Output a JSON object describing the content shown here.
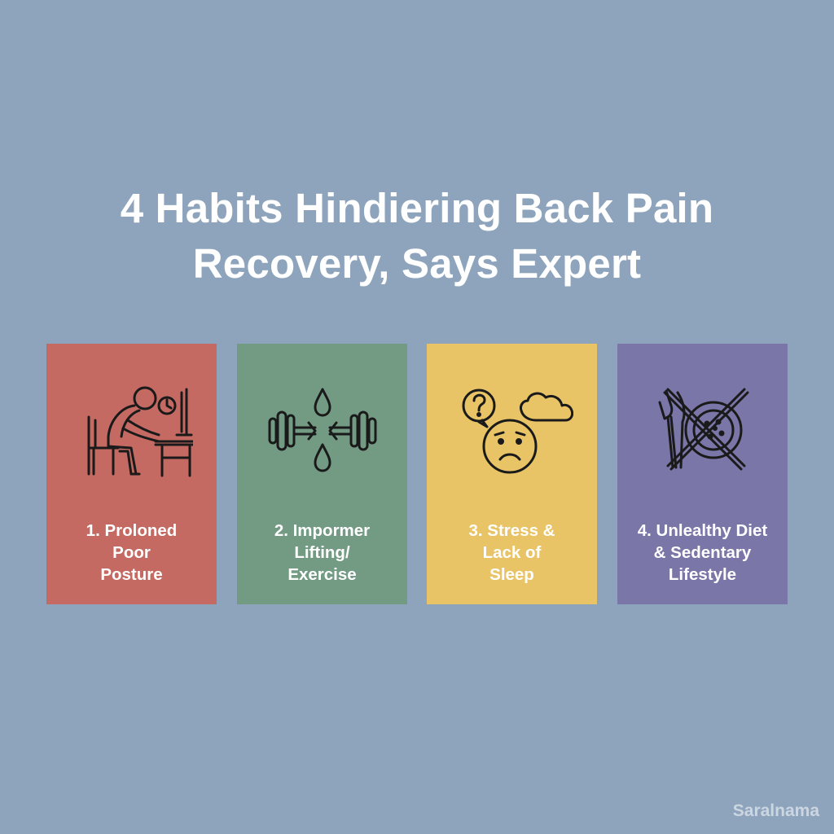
{
  "title": {
    "line1": "4 Habits Hindiering Back Pain",
    "line2": "Recovery, Says Expert"
  },
  "cards": [
    {
      "label": "1. Proloned\nPoor\nPosture",
      "color": "#c46a62",
      "icon": "person-slouching-at-desk-icon"
    },
    {
      "label": "2. Impormer\nLifting/\nExercise",
      "color": "#739b84",
      "icon": "dumbbell-with-sweat-drops-icon"
    },
    {
      "label": "3. Stress &\nLack of\nSleep",
      "color": "#e8c466",
      "icon": "sad-face-with-question-cloud-icon"
    },
    {
      "label": "4. Unlealthy Diet\n& Sedentary\nLifestyle",
      "color": "#7a76a8",
      "icon": "crossed-out-plate-and-cutlery-icon"
    }
  ],
  "watermark": "Saralnama",
  "colors": {
    "background": "#8da4bc",
    "text": "#ffffff",
    "icon_stroke": "#1a1a1a"
  }
}
